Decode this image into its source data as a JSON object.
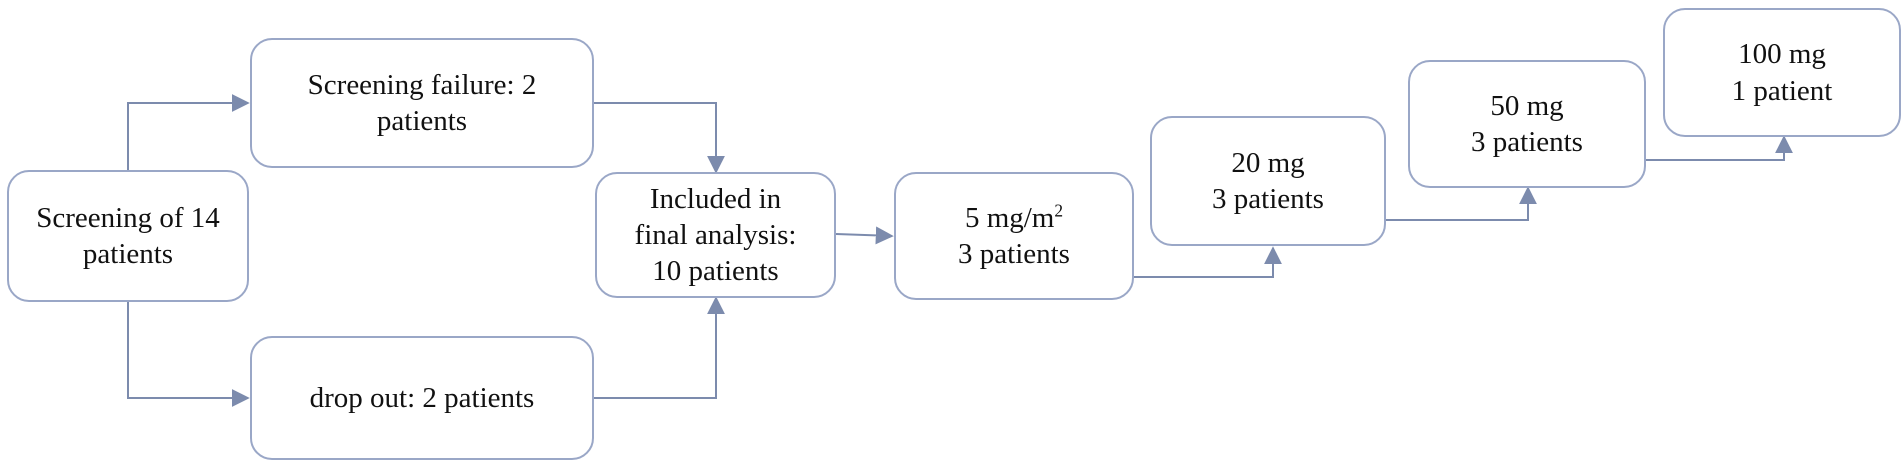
{
  "nodes": {
    "screening": {
      "lines": [
        "Screening of 14",
        "patients"
      ]
    },
    "failure": {
      "lines": [
        "Screening failure: 2",
        "patients"
      ]
    },
    "dropout": {
      "lines": [
        "drop out: 2 patients"
      ]
    },
    "included": {
      "lines": [
        "Included in",
        "final analysis:",
        "10 patients"
      ]
    },
    "dose5": {
      "dose_value": "5 mg/m",
      "dose_superscript": "2",
      "patients": "3 patients"
    },
    "dose20": {
      "lines": [
        "20 mg",
        "3 patients"
      ]
    },
    "dose50": {
      "lines": [
        "50 mg",
        "3 patients"
      ]
    },
    "dose100": {
      "lines": [
        "100 mg",
        "1 patient"
      ]
    }
  },
  "colors": {
    "box_border": "#9aa7c7",
    "connector": "#7c8bad",
    "text": "#111111"
  }
}
